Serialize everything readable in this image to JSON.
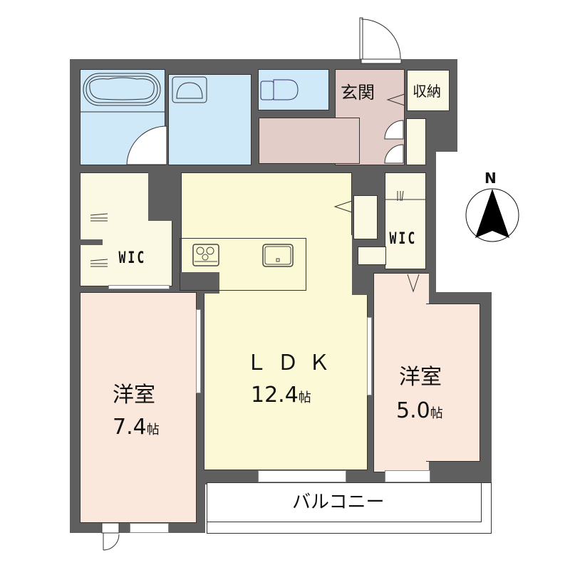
{
  "floorplan": {
    "rooms": {
      "ldk": {
        "name": "ＬＤＫ",
        "size": "12.4",
        "unit": "帖"
      },
      "western_room_left": {
        "name": "洋室",
        "size": "7.4",
        "unit": "帖"
      },
      "western_room_right": {
        "name": "洋室",
        "size": "5.0",
        "unit": "帖"
      },
      "entrance": {
        "name": "玄関"
      },
      "storage": {
        "name": "収納"
      },
      "wic_left": {
        "name": "WIC"
      },
      "wic_right": {
        "name": "WIC"
      },
      "balcony": {
        "name": "バルコニー"
      }
    },
    "compass": {
      "label": "N",
      "icon": "north-arrow-icon"
    },
    "colors": {
      "wall": "#5f5f5f",
      "bath": "#cfe9f8",
      "entrance": "#e2cdc8",
      "storage": "#fbf9e4",
      "ldk": "#fbf9d6",
      "bedroom": "#fbe8dd"
    }
  }
}
